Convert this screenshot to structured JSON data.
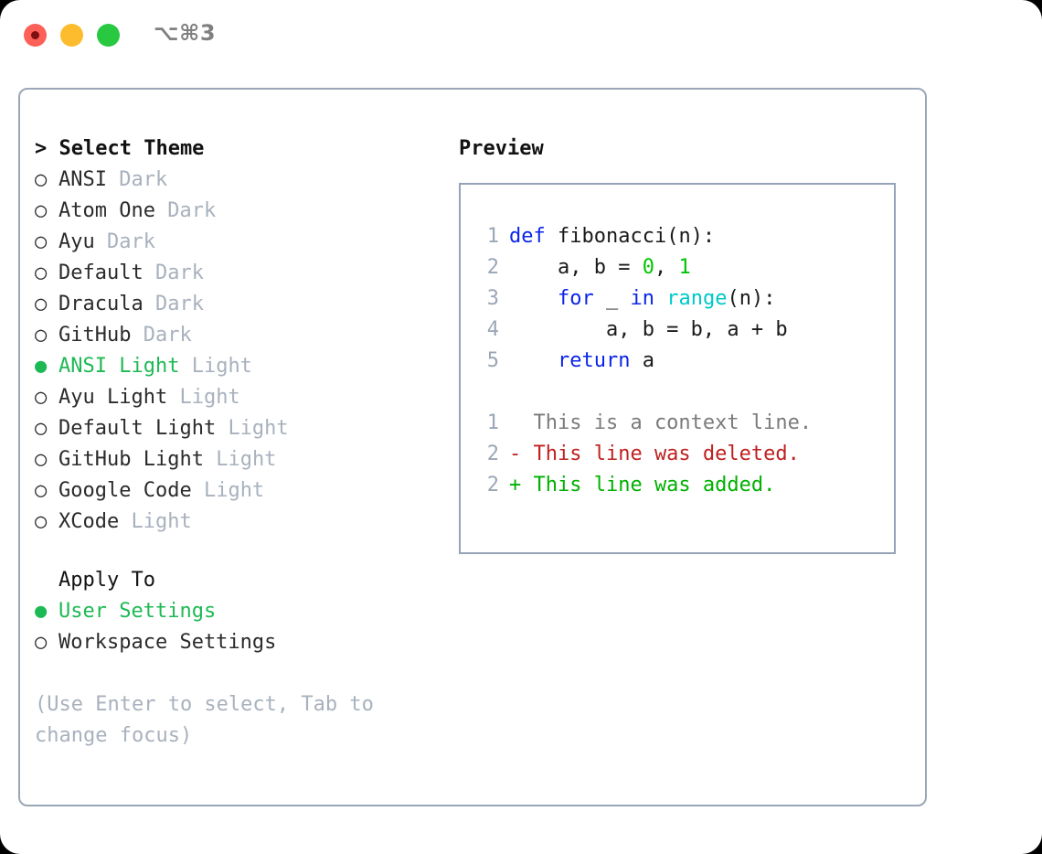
{
  "titlebar": {
    "shortcut": "⌥⌘3",
    "buttons": [
      "close",
      "minimize",
      "maximize"
    ]
  },
  "left_panel": {
    "header": "> Select Theme",
    "theme_options": [
      {
        "marker": "○",
        "name": "ANSI",
        "variant": "Dark",
        "selected": false
      },
      {
        "marker": "○",
        "name": "Atom One",
        "variant": "Dark",
        "selected": false
      },
      {
        "marker": "○",
        "name": "Ayu",
        "variant": "Dark",
        "selected": false
      },
      {
        "marker": "○",
        "name": "Default",
        "variant": "Dark",
        "selected": false
      },
      {
        "marker": "○",
        "name": "Dracula",
        "variant": "Dark",
        "selected": false
      },
      {
        "marker": "○",
        "name": "GitHub",
        "variant": "Dark",
        "selected": false
      },
      {
        "marker": "●",
        "name": "ANSI Light",
        "variant": "Light",
        "selected": true
      },
      {
        "marker": "○",
        "name": "Ayu Light",
        "variant": "Light",
        "selected": false
      },
      {
        "marker": "○",
        "name": "Default Light",
        "variant": "Light",
        "selected": false
      },
      {
        "marker": "○",
        "name": "GitHub Light",
        "variant": "Light",
        "selected": false
      },
      {
        "marker": "○",
        "name": "Google Code",
        "variant": "Light",
        "selected": false
      },
      {
        "marker": "○",
        "name": "XCode",
        "variant": "Light",
        "selected": false
      }
    ],
    "apply_to_title": "Apply To",
    "apply_to_options": [
      {
        "marker": "●",
        "name": "User Settings",
        "selected": true
      },
      {
        "marker": "○",
        "name": "Workspace Settings",
        "selected": false
      }
    ],
    "hint": "(Use Enter to select, Tab to change focus)"
  },
  "right_panel": {
    "title": "Preview",
    "code_lines": [
      {
        "num": "1",
        "tokens": [
          {
            "text": "def",
            "type": "kw"
          },
          {
            "text": " fibonacci(n):",
            "type": "pln"
          }
        ]
      },
      {
        "num": "2",
        "tokens": [
          {
            "text": "    a, b = ",
            "type": "pln"
          },
          {
            "text": "0",
            "type": "num"
          },
          {
            "text": ", ",
            "type": "pln"
          },
          {
            "text": "1",
            "type": "num"
          }
        ]
      },
      {
        "num": "3",
        "tokens": [
          {
            "text": "    ",
            "type": "pln"
          },
          {
            "text": "for",
            "type": "kw"
          },
          {
            "text": " _ ",
            "type": "pln"
          },
          {
            "text": "in",
            "type": "kw"
          },
          {
            "text": " ",
            "type": "pln"
          },
          {
            "text": "range",
            "type": "fn"
          },
          {
            "text": "(n):",
            "type": "pln"
          }
        ]
      },
      {
        "num": "4",
        "tokens": [
          {
            "text": "        a, b = b, a + b",
            "type": "pln"
          }
        ]
      },
      {
        "num": "5",
        "tokens": [
          {
            "text": "    ",
            "type": "pln"
          },
          {
            "text": "return",
            "type": "kw"
          },
          {
            "text": " a",
            "type": "pln"
          }
        ]
      }
    ],
    "diff_lines": [
      {
        "num": "1",
        "text": "  This is a context line.",
        "type": "diff-ctx"
      },
      {
        "num": "2",
        "text": "- This line was deleted.",
        "type": "diff-del"
      },
      {
        "num": "2",
        "text": "+ This line was added.",
        "type": "diff-add"
      }
    ]
  },
  "colors": {
    "accent_green": "#1db954",
    "muted": "#a8b1bd",
    "border": "#94a3b8",
    "keyword": "#0b25e8",
    "number": "#00c400",
    "function": "#00c8c8",
    "diff_deleted": "#c02020",
    "diff_added": "#00b000"
  }
}
